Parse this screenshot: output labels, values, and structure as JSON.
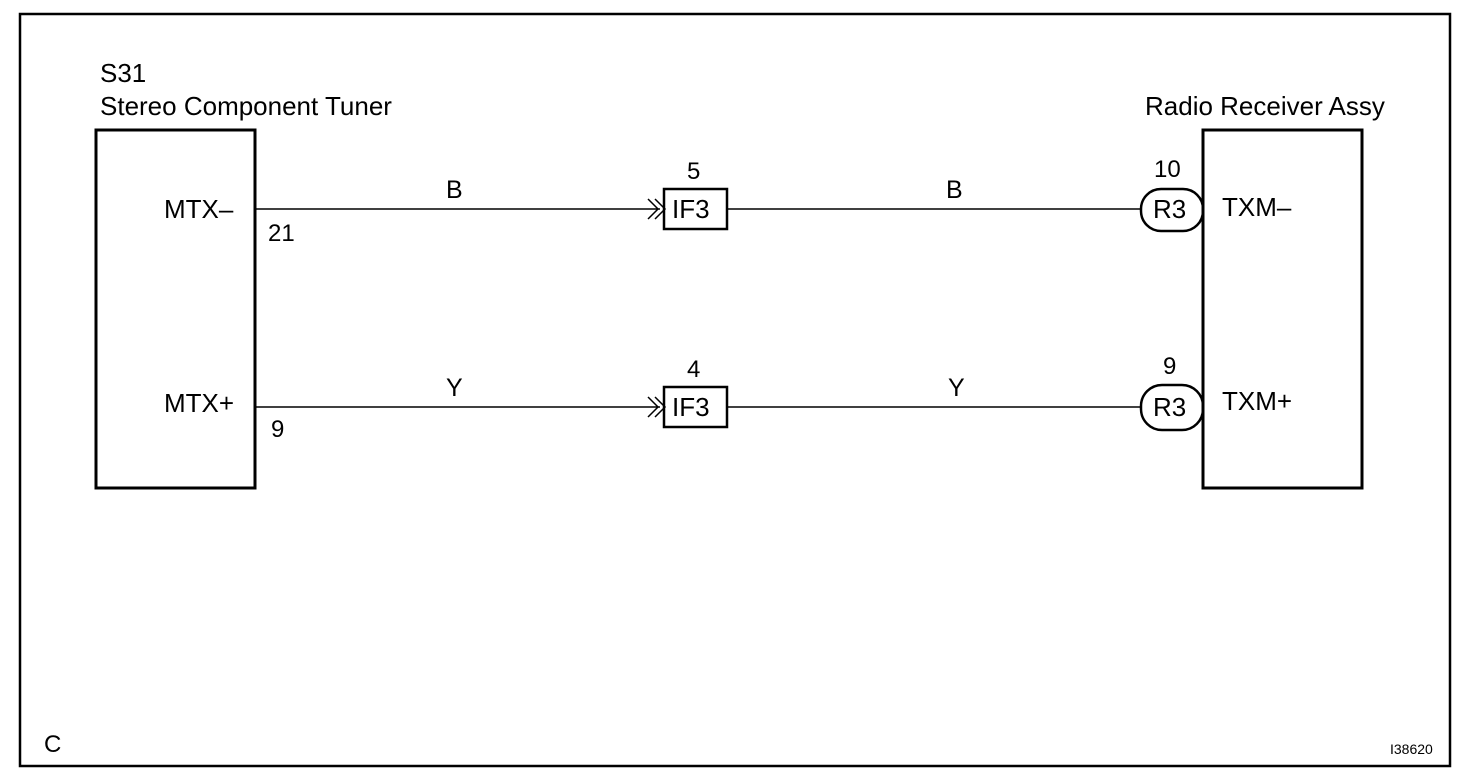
{
  "corner_label": "C",
  "figure_id": "I38620",
  "left_component": {
    "code": "S31",
    "name": "Stereo Component Tuner",
    "terminals": [
      {
        "signal": "MTX–",
        "pin": "21"
      },
      {
        "signal": "MTX+",
        "pin": "9"
      }
    ]
  },
  "right_component": {
    "name": "Radio Receiver Assy",
    "connector": "R3",
    "terminals": [
      {
        "signal": "TXM–",
        "pin": "10"
      },
      {
        "signal": "TXM+",
        "pin": "9"
      }
    ]
  },
  "junction": {
    "connector": "IF3",
    "pins": [
      "5",
      "4"
    ]
  },
  "wires": [
    {
      "left_color": "B",
      "right_color": "B"
    },
    {
      "left_color": "Y",
      "right_color": "Y"
    }
  ]
}
